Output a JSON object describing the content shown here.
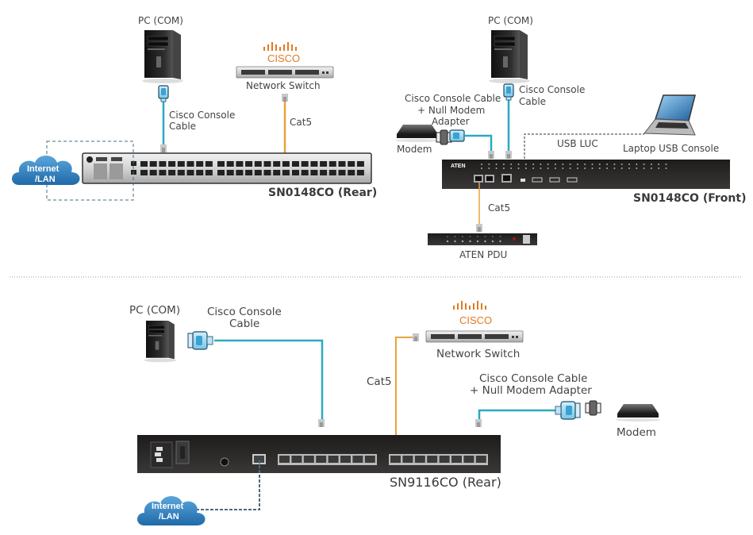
{
  "colors": {
    "console_cable": "#2aa9c2",
    "cat5_cable": "#e8a33a",
    "lan_dashed": "#4a6b80",
    "cloud": "#2f7fbf",
    "cisco_orange": "#e07b22",
    "device_dark": "#2b2828",
    "device_silver": "#d6d6d6"
  },
  "top_left": {
    "pc_label": "PC (COM)",
    "console_cable_label": [
      "Cisco Console",
      "Cable"
    ],
    "switch_brand": "CISCO",
    "switch_label": "Network Switch",
    "cat5_label": "Cat5",
    "cloud_label": [
      "Internet",
      "/LAN"
    ],
    "device_label": "SN0148CO (Rear)"
  },
  "top_right": {
    "pc_label": "PC (COM)",
    "console_cable_label": [
      "Cisco Console",
      "Cable"
    ],
    "null_modem_label": [
      "Cisco Console Cable",
      "+ Null Modem",
      "Adapter"
    ],
    "modem_label": "Modem",
    "usb_luc_label": "USB LUC",
    "laptop_label": "Laptop USB Console",
    "device_brand": "ATEN",
    "device_label": "SN0148CO (Front)",
    "cat5_label": "Cat5",
    "pdu_label": "ATEN PDU"
  },
  "bottom": {
    "pc_label": "PC (COM)",
    "console_cable_label": [
      "Cisco Console",
      "Cable"
    ],
    "switch_brand": "CISCO",
    "switch_label": "Network Switch",
    "cat5_label": "Cat5",
    "null_modem_label": [
      "Cisco Console Cable",
      "+ Null Modem Adapter"
    ],
    "modem_label": "Modem",
    "cloud_label": [
      "Internet",
      "/LAN"
    ],
    "device_label": "SN9116CO (Rear)"
  },
  "icons": {
    "pc": "pc-tower-icon",
    "switch": "network-switch-icon",
    "cloud": "cloud-icon",
    "modem": "modem-icon",
    "laptop": "laptop-icon",
    "db9": "db9-connector-icon",
    "rj45": "rj45-plug-icon",
    "pdu": "pdu-icon"
  }
}
